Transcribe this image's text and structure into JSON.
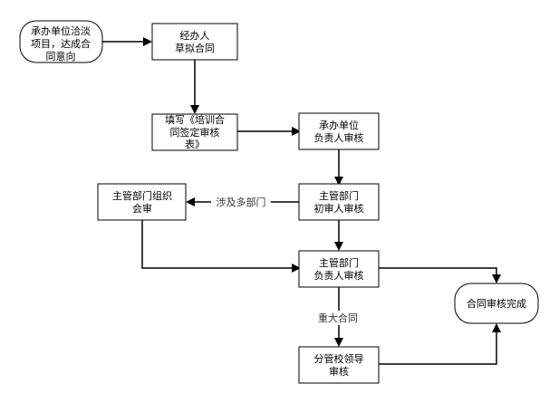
{
  "nodes": {
    "start": {
      "lines": [
        "承办单位洽淡",
        "项目，达成合",
        "同意向"
      ]
    },
    "handler_draft": {
      "lines": [
        "经办人",
        "草拟合同"
      ]
    },
    "fill_form": {
      "lines": [
        "填写《培训合",
        "同签定审核",
        "表》"
      ]
    },
    "unit_head_review": {
      "lines": [
        "承办单位",
        "负责人审核"
      ]
    },
    "dept_initial_review": {
      "lines": [
        "主管部门",
        "初审人审核"
      ]
    },
    "joint_review": {
      "lines": [
        "主管部门组织",
        "会审"
      ]
    },
    "dept_head_review": {
      "lines": [
        "主管部门",
        "负责人审核"
      ]
    },
    "leader_review": {
      "lines": [
        "分管校领导",
        "审核"
      ]
    },
    "complete": {
      "lines": [
        "合同审核完成"
      ]
    }
  },
  "edges": {
    "multi_dept": {
      "label": "涉及多部门"
    },
    "major_contract": {
      "label": "重大合同"
    }
  }
}
